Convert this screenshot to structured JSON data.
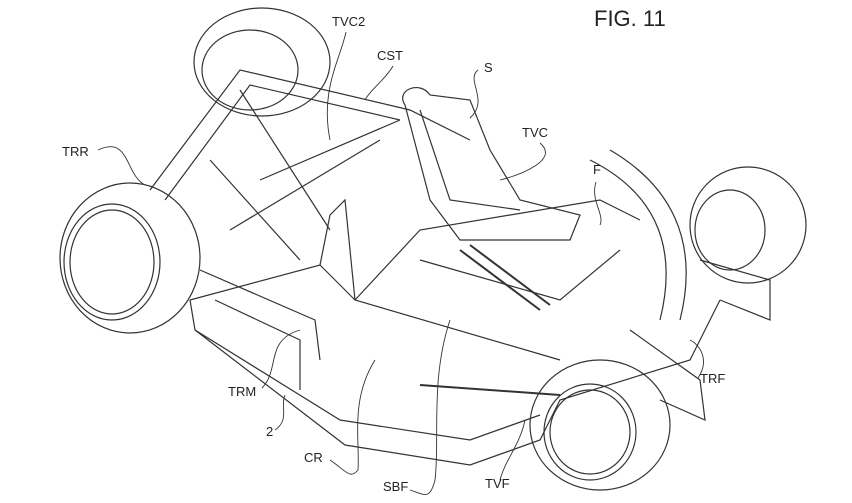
{
  "figure_title": "FIG. 11",
  "labels": {
    "tvc2": "TVC2",
    "cst": "CST",
    "s": "S",
    "tvc": "TVC",
    "f": "F",
    "trr": "TRR",
    "trf": "TRF",
    "trm": "TRM",
    "two": "2",
    "cr": "CR",
    "sbf": "SBF",
    "tvf": "TVF"
  }
}
